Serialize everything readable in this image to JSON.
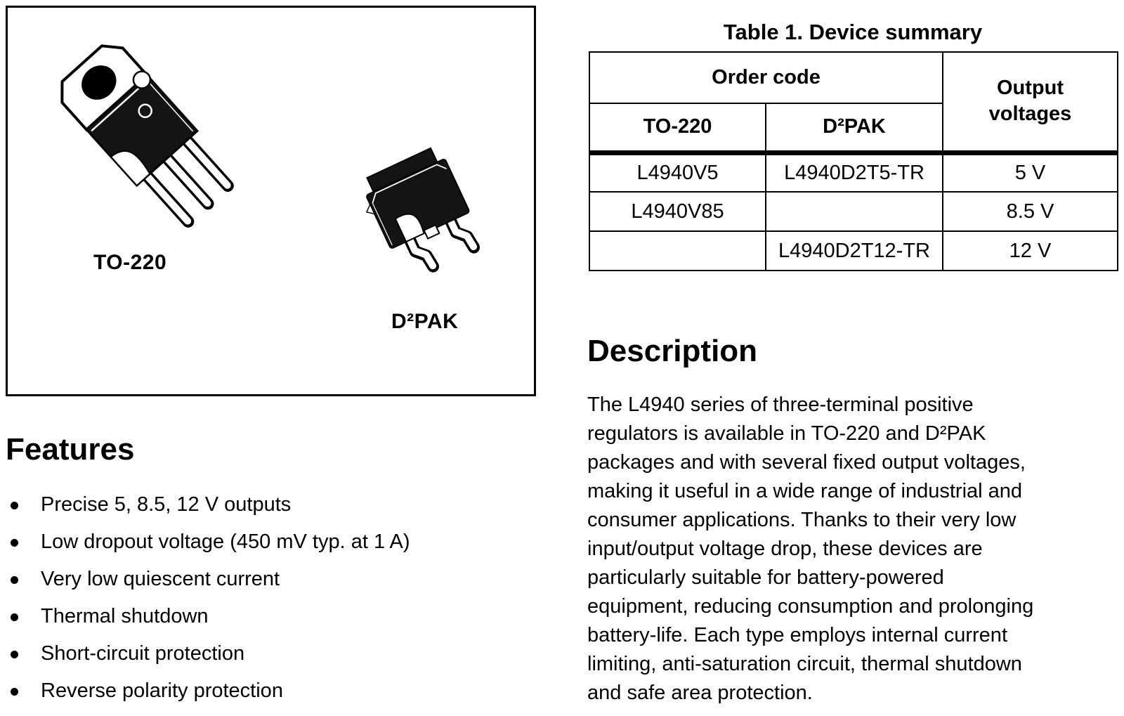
{
  "colors": {
    "background": "#ffffff",
    "text": "#000000",
    "package_fill": "#141414"
  },
  "package_panel": {
    "to220_label": "TO-220",
    "d2pak_label": "D²PAK"
  },
  "device_table": {
    "title": "Table 1. Device summary",
    "headers": {
      "order_code": "Order code",
      "to220": "TO-220",
      "d2pak": "D²PAK",
      "output_voltages": "Output\nvoltages"
    },
    "rows": [
      {
        "to220": "L4940V5",
        "d2pak": "L4940D2T5-TR",
        "output": "5 V"
      },
      {
        "to220": "L4940V85",
        "d2pak": "",
        "output": "8.5 V"
      },
      {
        "to220": "",
        "d2pak": "L4940D2T12-TR",
        "output": "12 V"
      }
    ]
  },
  "description": {
    "heading": "Description",
    "lines": [
      "The L4940 series of three-terminal positive",
      "regulators is available in TO-220 and D²PAK",
      "packages and with several fixed output voltages,",
      "making it useful in a wide range of industrial and",
      "consumer applications. Thanks to their very low",
      "input/output voltage drop, these devices are",
      "particularly suitable for battery-powered",
      "equipment, reducing consumption and prolonging",
      "battery-life. Each type employs internal current",
      "limiting, anti-saturation circuit, thermal shutdown",
      "and safe area protection."
    ]
  },
  "features": {
    "heading": "Features",
    "items": [
      "Precise 5, 8.5, 12 V outputs",
      "Low dropout voltage (450 mV typ. at 1 A)",
      "Very low quiescent current",
      "Thermal shutdown",
      "Short-circuit protection",
      "Reverse polarity protection"
    ]
  }
}
